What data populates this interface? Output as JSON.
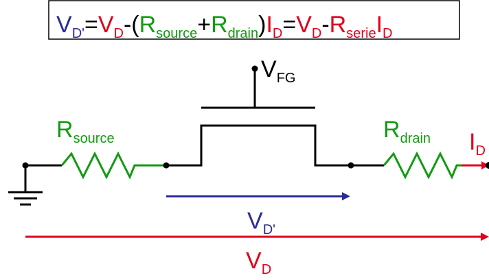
{
  "colors": {
    "blue": "#2b2b9a",
    "red": "#e0001b",
    "green": "#129a12",
    "black": "#000000"
  },
  "equation": {
    "vdp_main": "V",
    "vdp_sub": "D'",
    "eq1": "=",
    "vd1_main": "V",
    "vd1_sub": "D",
    "minus_paren": "-(",
    "rsource_main": "R",
    "rsource_sub": "source",
    "plus": "+",
    "rdrain_main": "R",
    "rdrain_sub": "drain",
    "close_paren": ")",
    "id_main": "I",
    "id_sub": "D",
    "eq2": "=",
    "vd2_main": "V",
    "vd2_sub": "D",
    "minus": "-",
    "rserie_main": "R",
    "rserie_sub": "serie",
    "id2_main": "I",
    "id2_sub": "D"
  },
  "labels": {
    "vfg_main": "V",
    "vfg_sub": "FG",
    "rsource_main": "R",
    "rsource_sub": "source",
    "rdrain_main": "R",
    "rdrain_sub": "drain",
    "id_main": "I",
    "id_sub": "D",
    "vdp_main": "V",
    "vdp_sub": "D'",
    "vd_main": "V",
    "vd_sub": "D"
  }
}
